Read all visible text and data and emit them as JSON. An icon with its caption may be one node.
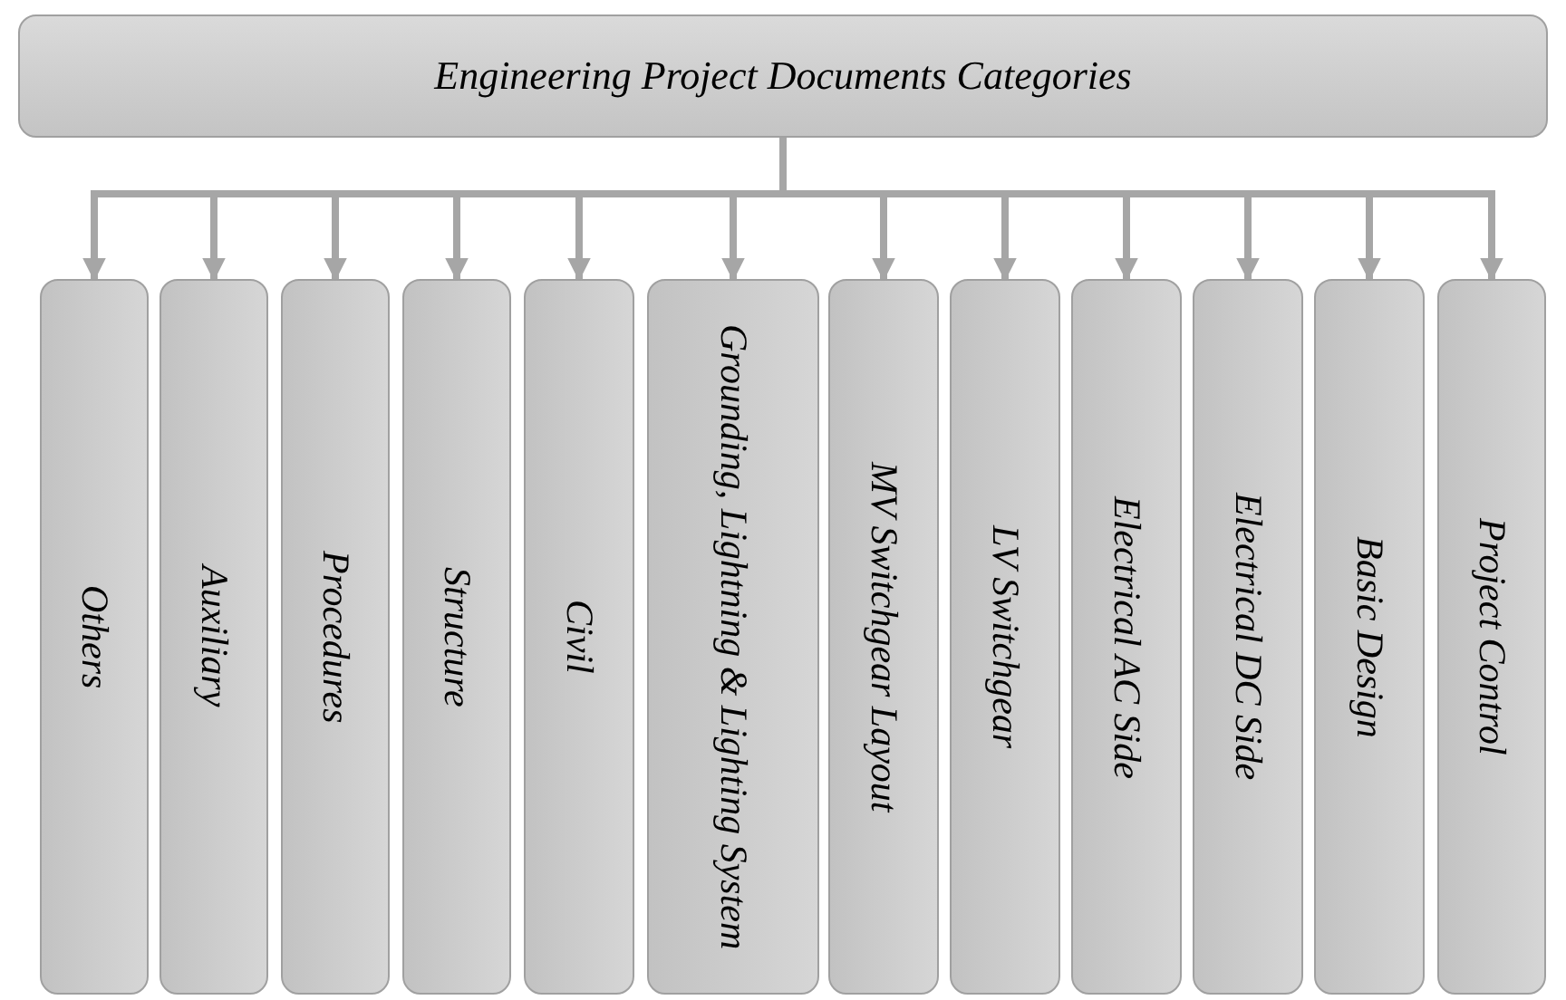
{
  "diagram": {
    "nodes": [
      {
        "text": [
          "Engineering Project Documents Categories"
        ]
      },
      {
        "text": [
          "Others"
        ]
      },
      {
        "text": [
          "Auxiliary"
        ]
      },
      {
        "text": [
          "Procedures"
        ]
      },
      {
        "text": [
          "Structure"
        ]
      },
      {
        "text": [
          "Civil"
        ]
      },
      {
        "text": [
          "Grounding, Lightning & Lighting System"
        ]
      },
      {
        "text": [
          "MV Switchgear Layout"
        ]
      },
      {
        "text": [
          "LV Switchgear"
        ]
      },
      {
        "text": [
          "Electrical AC Side"
        ]
      },
      {
        "text": [
          "Electrical DC Side"
        ]
      },
      {
        "text": [
          "Basic Design"
        ]
      },
      {
        "text": [
          "Project Control"
        ]
      }
    ],
    "edges": [
      {
        "from": 0,
        "to": 1,
        "arrow": "to"
      },
      {
        "from": 0,
        "to": 2,
        "arrow": "to"
      },
      {
        "from": 0,
        "to": 3,
        "arrow": "to"
      },
      {
        "from": 0,
        "to": 4,
        "arrow": "to"
      },
      {
        "from": 0,
        "to": 5,
        "arrow": "to"
      },
      {
        "from": 0,
        "to": 6,
        "arrow": "to"
      },
      {
        "from": 0,
        "to": 7,
        "arrow": "to"
      },
      {
        "from": 0,
        "to": 8,
        "arrow": "to"
      },
      {
        "from": 0,
        "to": 9,
        "arrow": "to"
      },
      {
        "from": 0,
        "to": 10,
        "arrow": "to"
      },
      {
        "from": 0,
        "to": 11,
        "arrow": "to"
      },
      {
        "from": 0,
        "to": 12,
        "arrow": "to"
      }
    ]
  }
}
